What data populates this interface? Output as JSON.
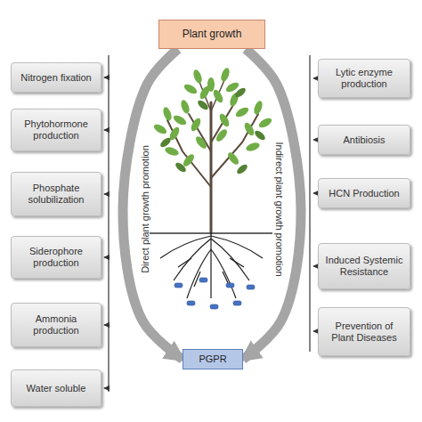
{
  "diagram": {
    "nodes": [
      {
        "text": [
          "Plant growth"
        ]
      },
      {
        "text": [
          "Nitrogen fixation"
        ]
      },
      {
        "text": [
          "Phytohormone production"
        ]
      },
      {
        "text": [
          "Phosphate solubilization"
        ]
      },
      {
        "text": [
          "Siderophore production"
        ]
      },
      {
        "text": [
          "Ammonia production"
        ]
      },
      {
        "text": [
          "Water soluble"
        ]
      },
      {
        "text": [
          "Lytic enzyme production"
        ]
      },
      {
        "text": [
          "Antibiosis"
        ]
      },
      {
        "text": [
          "HCN Production"
        ]
      },
      {
        "text": [
          "Induced Systemic Resistance"
        ]
      },
      {
        "text": [
          "Prevention of Plant Diseases"
        ]
      },
      {
        "text": [
          "PGPR"
        ]
      }
    ],
    "edges": [
      {
        "from": 0,
        "to": 12,
        "label": "Direct plant growth promotion",
        "arrow": "to"
      },
      {
        "from": 0,
        "to": 12,
        "label": "Indirect plant growth promotion",
        "arrow": "to"
      }
    ]
  }
}
